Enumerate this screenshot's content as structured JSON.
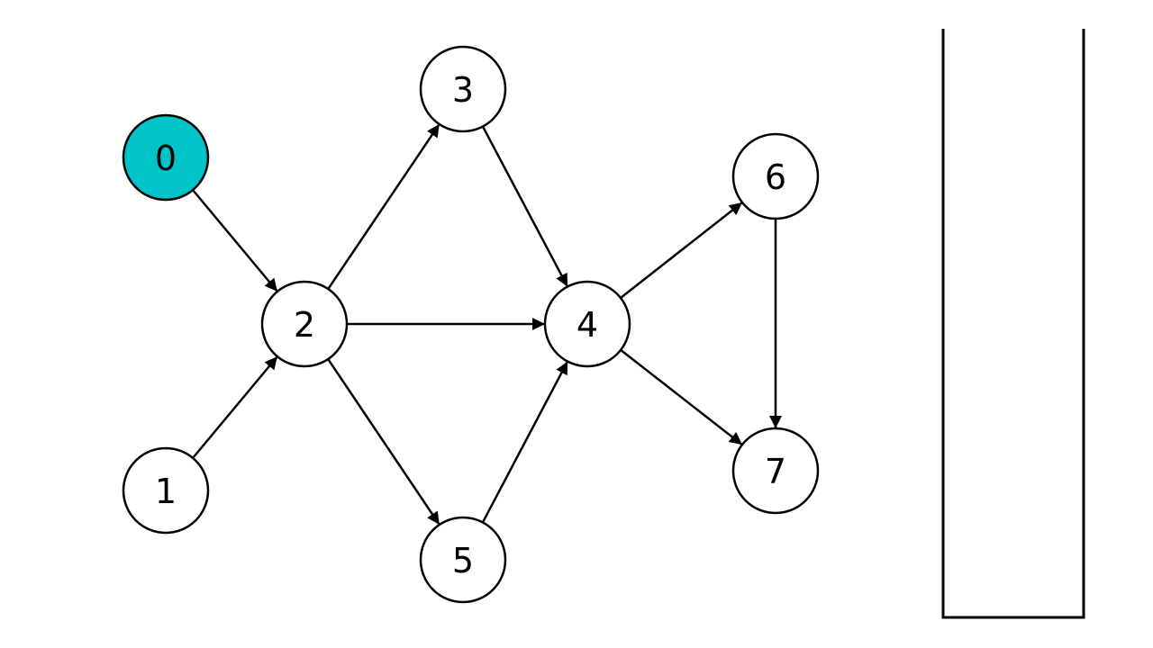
{
  "graph": {
    "highlight_color": "#00c4c8",
    "default_fill": "#ffffff",
    "nodes": [
      {
        "id": "0",
        "label": "0",
        "highlighted": true
      },
      {
        "id": "1",
        "label": "1",
        "highlighted": false
      },
      {
        "id": "2",
        "label": "2",
        "highlighted": false
      },
      {
        "id": "3",
        "label": "3",
        "highlighted": false
      },
      {
        "id": "4",
        "label": "4",
        "highlighted": false
      },
      {
        "id": "5",
        "label": "5",
        "highlighted": false
      },
      {
        "id": "6",
        "label": "6",
        "highlighted": false
      },
      {
        "id": "7",
        "label": "7",
        "highlighted": false
      }
    ],
    "edges": [
      {
        "from": "0",
        "to": "2"
      },
      {
        "from": "1",
        "to": "2"
      },
      {
        "from": "2",
        "to": "3"
      },
      {
        "from": "2",
        "to": "4"
      },
      {
        "from": "2",
        "to": "5"
      },
      {
        "from": "3",
        "to": "4"
      },
      {
        "from": "5",
        "to": "4"
      },
      {
        "from": "4",
        "to": "6"
      },
      {
        "from": "4",
        "to": "7"
      },
      {
        "from": "6",
        "to": "7"
      }
    ]
  },
  "stack": {
    "items": []
  }
}
